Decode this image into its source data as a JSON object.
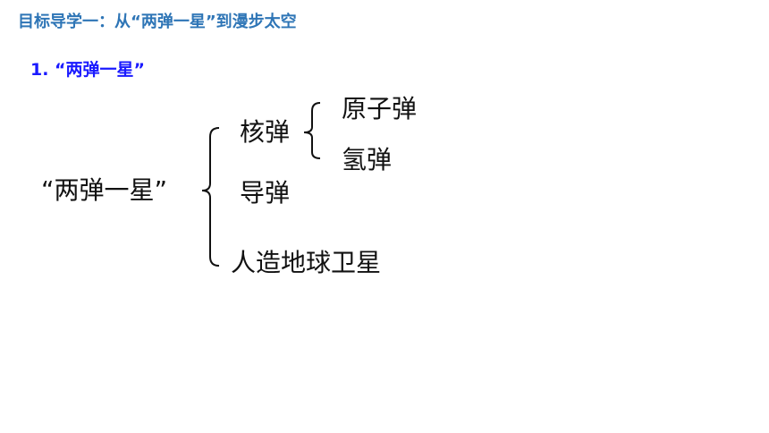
{
  "slide": {
    "title": "目标导学一：从“两弹一星”到漫步太空",
    "heading": "1. “两弹一星”"
  },
  "diagram": {
    "root": "“两弹一星”",
    "branches": {
      "nuclear": {
        "label": "核弹",
        "children": [
          "原子弹",
          "氢弹"
        ]
      },
      "missile": {
        "label": "导弹"
      },
      "satellite": {
        "label": "人造地球卫星"
      }
    },
    "colors": {
      "title": "#2e75b6",
      "heading": "#1a1aff",
      "text": "#111111"
    }
  }
}
